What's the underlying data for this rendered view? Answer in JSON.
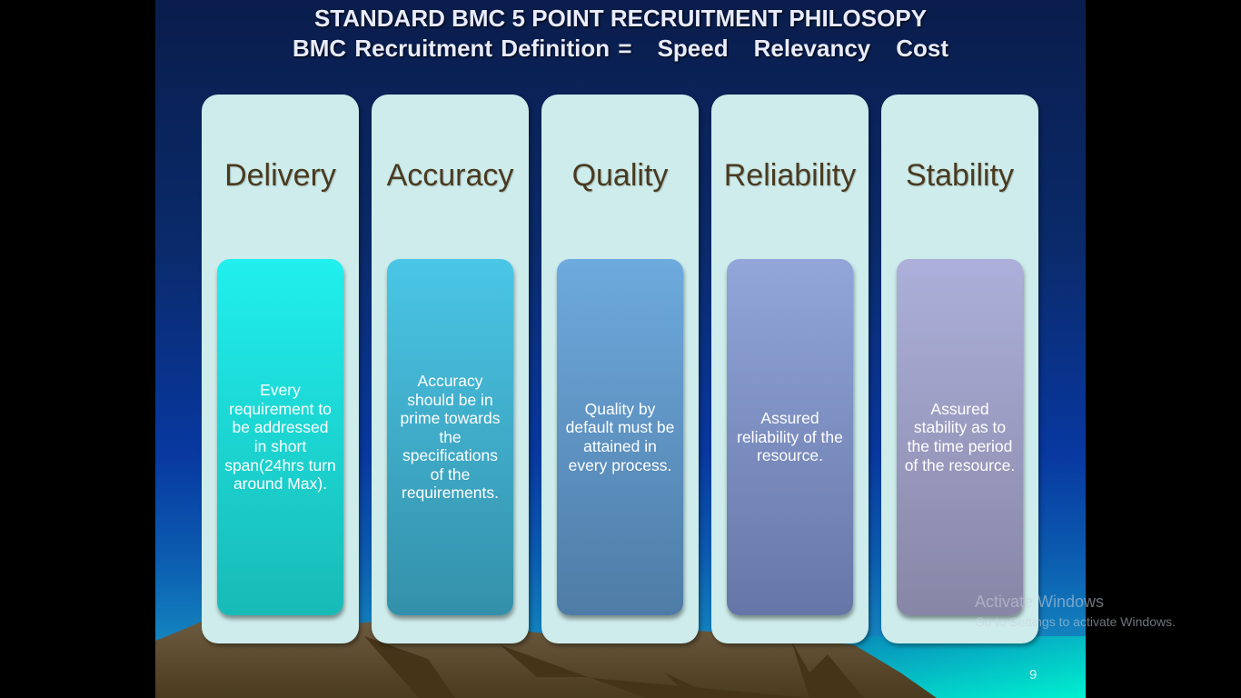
{
  "title": "STANDARD BMC 5 POINT RECRUITMENT PHILOSOPY",
  "subtitle": {
    "label": "BMC Recruitment Definition =",
    "terms": [
      "Speed",
      "Relevancy",
      "Cost"
    ]
  },
  "cards": [
    {
      "heading": "Delivery",
      "text": "Every requirement to be addressed in short span(24hrs turn around Max).",
      "colors": [
        "#20f0ee",
        "#18bab6"
      ]
    },
    {
      "heading": "Accuracy",
      "text": "Accuracy should be in prime towards the specifications of the requirements.",
      "colors": [
        "#4ac6e6",
        "#3490aa"
      ]
    },
    {
      "heading": "Quality",
      "text": "Quality by default must be attained in every process.",
      "colors": [
        "#6eaade",
        "#4e7ca6"
      ]
    },
    {
      "heading": "Reliability",
      "text": "Assured reliability of the resource.",
      "colors": [
        "#92a6da",
        "#6676a6"
      ]
    },
    {
      "heading": "Stability",
      "text": "Assured stability as to the time period of the resource.",
      "colors": [
        "#acb0da",
        "#8886a6"
      ]
    }
  ],
  "page_number": "9",
  "watermark": {
    "line1": "Activate Windows",
    "line2": "Go to Settings to activate Windows."
  }
}
